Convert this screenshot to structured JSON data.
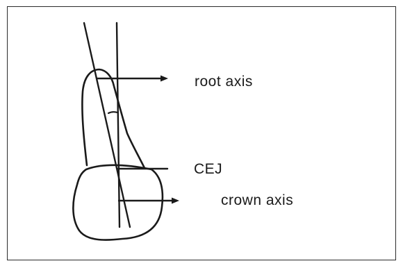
{
  "labels": {
    "root_axis": "root axis",
    "cej": "CEJ",
    "crown_axis": "crown axis"
  },
  "colors": {
    "stroke": "#1a1a1a",
    "border": "#2a2a2a",
    "background": "#ffffff"
  }
}
